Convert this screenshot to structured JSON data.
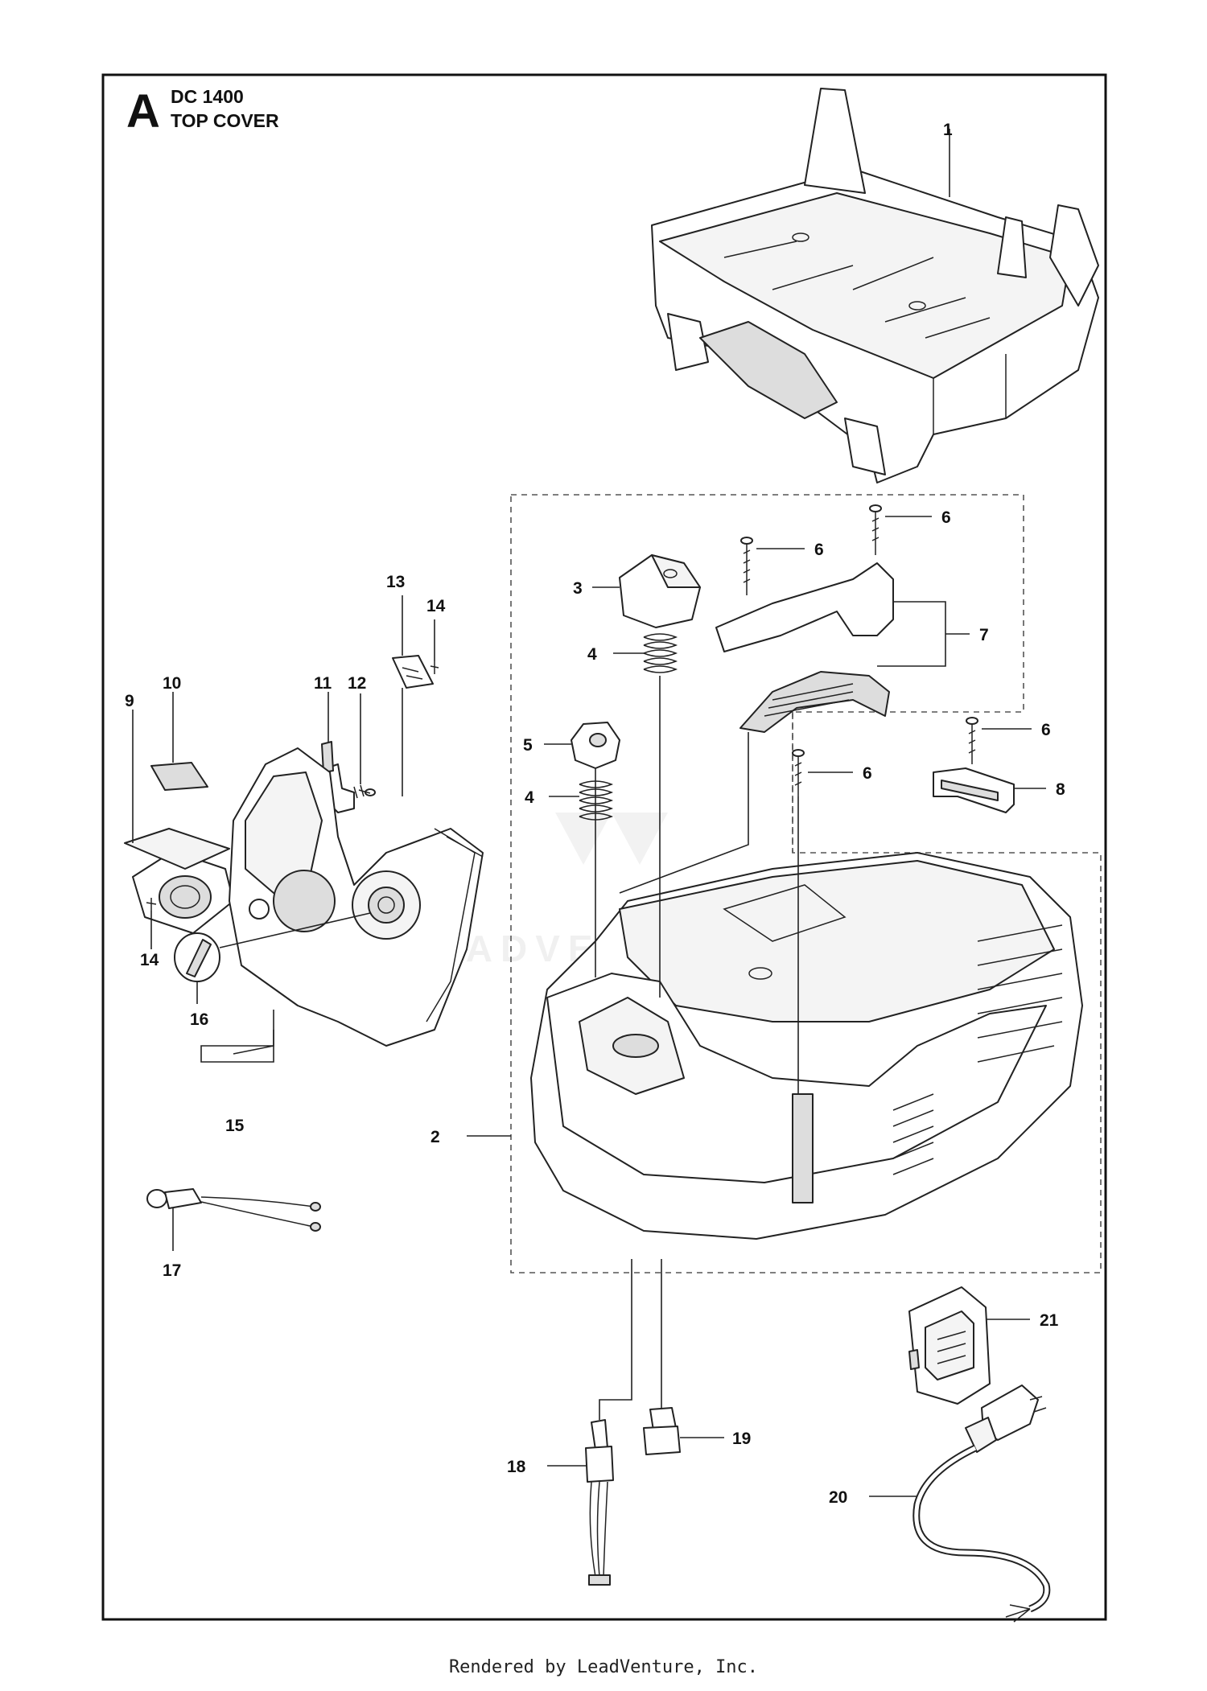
{
  "header": {
    "section_letter": "A",
    "model": "DC 1400",
    "title": "TOP COVER"
  },
  "watermark": "LEADVENTURE",
  "footer": "Rendered by LeadVenture, Inc.",
  "callouts": {
    "c1": "1",
    "c2": "2",
    "c3": "3",
    "c4a": "4",
    "c4b": "4",
    "c5": "5",
    "c6a": "6",
    "c6b": "6",
    "c6c": "6",
    "c6d": "6",
    "c7": "7",
    "c8": "8",
    "c9": "9",
    "c10": "10",
    "c11": "11",
    "c12": "12",
    "c13": "13",
    "c14a": "14",
    "c14b": "14",
    "c15": "15",
    "c16": "16",
    "c17": "17",
    "c18": "18",
    "c19": "19",
    "c20": "20",
    "c21": "21"
  }
}
